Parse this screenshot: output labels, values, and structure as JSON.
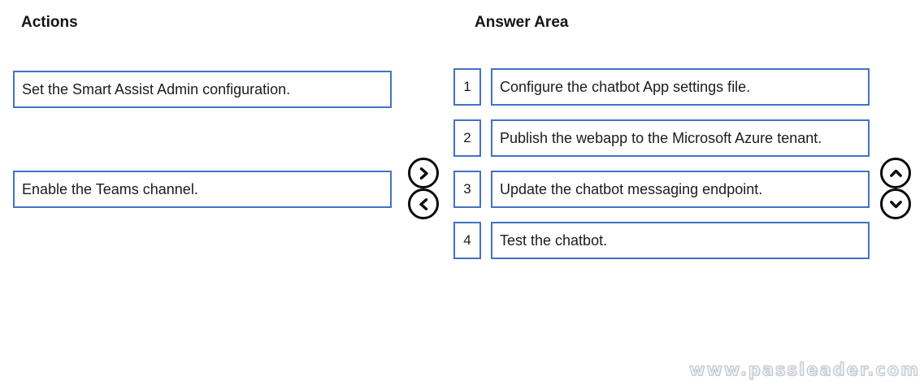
{
  "colors": {
    "box_border": "#4472C4",
    "text": "#1c1c1c",
    "control_stroke": "#0b0b0b",
    "watermark_outline": "#c3c9d3"
  },
  "actions_panel": {
    "title": "Actions",
    "items": [
      {
        "label": "Set the Smart Assist Admin configuration."
      },
      {
        "label": "Enable the Teams channel."
      }
    ]
  },
  "transfer_controls": {
    "move_right_icon": "chevron-right",
    "move_left_icon": "chevron-left"
  },
  "answer_panel": {
    "title": "Answer Area",
    "rows": [
      {
        "number": "1",
        "label": "Configure the chatbot App settings file."
      },
      {
        "number": "2",
        "label": "Publish the webapp to the Microsoft Azure tenant."
      },
      {
        "number": "3",
        "label": "Update the chatbot messaging endpoint."
      },
      {
        "number": "4",
        "label": "Test the chatbot."
      }
    ]
  },
  "reorder_controls": {
    "move_up_icon": "chevron-up",
    "move_down_icon": "chevron-down"
  },
  "watermark": {
    "text": "www.passleader.com"
  }
}
